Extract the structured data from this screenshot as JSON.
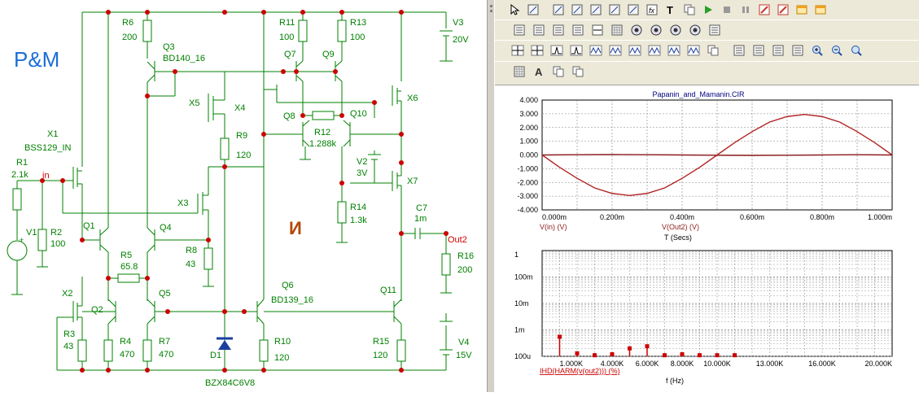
{
  "schematic": {
    "logo": "P&M",
    "watermark": "И",
    "labels": [
      {
        "id": "r6",
        "text": "R6"
      },
      {
        "id": "r6v",
        "text": "200"
      },
      {
        "id": "q3",
        "text": "Q3"
      },
      {
        "id": "q3v",
        "text": "BD140_16"
      },
      {
        "id": "r11",
        "text": "R11"
      },
      {
        "id": "r11v",
        "text": "100"
      },
      {
        "id": "r13",
        "text": "R13"
      },
      {
        "id": "r13v",
        "text": "100"
      },
      {
        "id": "q7",
        "text": "Q7"
      },
      {
        "id": "q9",
        "text": "Q9"
      },
      {
        "id": "x5",
        "text": "X5"
      },
      {
        "id": "x4",
        "text": "X4"
      },
      {
        "id": "x6",
        "text": "X6"
      },
      {
        "id": "q8",
        "text": "Q8"
      },
      {
        "id": "q10",
        "text": "Q10"
      },
      {
        "id": "r12",
        "text": "R12"
      },
      {
        "id": "r12v",
        "text": "1.288k"
      },
      {
        "id": "r9",
        "text": "R9"
      },
      {
        "id": "r9v",
        "text": "120"
      },
      {
        "id": "v2",
        "text": "V2"
      },
      {
        "id": "v2v",
        "text": "3V"
      },
      {
        "id": "x7",
        "text": "X7"
      },
      {
        "id": "x1",
        "text": "X1"
      },
      {
        "id": "x1v",
        "text": "BSS129_IN"
      },
      {
        "id": "r1",
        "text": "R1"
      },
      {
        "id": "r1v",
        "text": "2.1k"
      },
      {
        "id": "in",
        "text": "in"
      },
      {
        "id": "x3",
        "text": "X3"
      },
      {
        "id": "r14",
        "text": "R14"
      },
      {
        "id": "r14v",
        "text": "1.3k"
      },
      {
        "id": "c7",
        "text": "C7"
      },
      {
        "id": "c7v",
        "text": "1m"
      },
      {
        "id": "out2",
        "text": "Out2"
      },
      {
        "id": "v1",
        "text": "V1"
      },
      {
        "id": "r2",
        "text": "R2"
      },
      {
        "id": "r2v",
        "text": "100"
      },
      {
        "id": "q1",
        "text": "Q1"
      },
      {
        "id": "q4",
        "text": "Q4"
      },
      {
        "id": "r5",
        "text": "R5"
      },
      {
        "id": "r5v",
        "text": "65.8"
      },
      {
        "id": "r8",
        "text": "R8"
      },
      {
        "id": "r8v",
        "text": "43"
      },
      {
        "id": "r16",
        "text": "R16"
      },
      {
        "id": "r16v",
        "text": "200"
      },
      {
        "id": "q2",
        "text": "Q2"
      },
      {
        "id": "q5",
        "text": "Q5"
      },
      {
        "id": "q6",
        "text": "Q6"
      },
      {
        "id": "q6v",
        "text": "BD139_16"
      },
      {
        "id": "q11",
        "text": "Q11"
      },
      {
        "id": "x2",
        "text": "X2"
      },
      {
        "id": "r3",
        "text": "R3"
      },
      {
        "id": "r3v",
        "text": "43"
      },
      {
        "id": "r4",
        "text": "R4"
      },
      {
        "id": "r4v",
        "text": "470"
      },
      {
        "id": "r7",
        "text": "R7"
      },
      {
        "id": "r7v",
        "text": "470"
      },
      {
        "id": "d1",
        "text": "D1"
      },
      {
        "id": "d1v",
        "text": "BZX84C6V8"
      },
      {
        "id": "r10",
        "text": "R10"
      },
      {
        "id": "r10v",
        "text": "120"
      },
      {
        "id": "r15",
        "text": "R15"
      },
      {
        "id": "r15v",
        "text": "120"
      },
      {
        "id": "v3",
        "text": "V3"
      },
      {
        "id": "v3v",
        "text": "20V"
      },
      {
        "id": "v4",
        "text": "V4"
      },
      {
        "id": "v4v",
        "text": "15V"
      }
    ]
  },
  "toolbar": {
    "row1_icons": [
      "pointer-icon",
      "select-dropdown-icon",
      "layout-icon",
      "wire-icon",
      "rotate-icon",
      "mirror-icon",
      "flip-icon",
      "function-icon",
      "text-tool-icon",
      "paste-icon",
      "run-icon",
      "stop-icon",
      "pause-icon",
      "zoom-fit-icon",
      "zoom-select-icon",
      "window-icon",
      "window2-icon"
    ],
    "row2_icons": [
      "doc-icon",
      "doc2-icon",
      "doc3-icon",
      "doc4-icon",
      "hline-icon",
      "grid-icon",
      "probe1-icon",
      "probe2-icon",
      "probe3-icon",
      "probe4-icon",
      "edit-icon"
    ],
    "row3_icons": [
      "cursor-a-icon",
      "cursor-b-icon",
      "peak-icon",
      "rise-icon",
      "wave-a-icon",
      "wave-b-icon",
      "wave-c-icon",
      "wave-d-icon",
      "wave-e-icon",
      "wave-f-icon",
      "copy-dropdown-icon",
      "list-icon",
      "table-icon",
      "measure-icon",
      "measure2-icon",
      "zoom-in-icon",
      "zoom-out-icon",
      "zoom-reset-icon"
    ],
    "row4_icons": [
      "grid-menu-icon",
      "font-icon",
      "copy-icon",
      "paste2-icon"
    ]
  },
  "colors": {
    "schem_text": "#008000",
    "wire": "#008000",
    "junction": "#cc0000",
    "logo": "#1a6fd6",
    "trace": "#8b1a1a",
    "grid": "#808080",
    "title": "#000080",
    "legend_red": "#8b1a1a"
  },
  "chart_data": [
    {
      "type": "line",
      "title": "Papanin_and_Mamanin.CIR",
      "xlabel": "T (Secs)",
      "ylim": [
        -4.0,
        4.0
      ],
      "xlim": [
        0,
        1.0
      ],
      "ytick_labels": [
        "4.000",
        "3.000",
        "2.000",
        "1.000",
        "0.000",
        "-1.000",
        "-2.000",
        "-3.000",
        "-4.000"
      ],
      "xtick_labels": [
        "0.000m",
        "0.200m",
        "0.400m",
        "0.600m",
        "0.800m",
        "1.000m"
      ],
      "grid": true,
      "series": [
        {
          "name": "V(in) (V)",
          "color": "#8b1a1a",
          "x": [
            0,
            0.1,
            0.2,
            0.3,
            0.4,
            0.5,
            0.6,
            0.7,
            0.8,
            0.9,
            1.0
          ],
          "values": [
            0,
            0.02,
            0.03,
            0.02,
            0,
            -0.02,
            -0.03,
            -0.02,
            0,
            0.02,
            0
          ]
        },
        {
          "name": "V(Out2) (V)",
          "color": "#b22222",
          "x": [
            0,
            0.05,
            0.1,
            0.15,
            0.2,
            0.25,
            0.3,
            0.35,
            0.4,
            0.45,
            0.5,
            0.55,
            0.6,
            0.65,
            0.7,
            0.75,
            0.8,
            0.85,
            0.9,
            0.95,
            1.0
          ],
          "values": [
            0,
            -0.9,
            -1.7,
            -2.4,
            -2.8,
            -2.95,
            -2.8,
            -2.4,
            -1.7,
            -0.9,
            0,
            0.9,
            1.7,
            2.4,
            2.8,
            2.95,
            2.8,
            2.4,
            1.7,
            0.9,
            0
          ]
        }
      ]
    },
    {
      "type": "bar",
      "xlabel": "f (Hz)",
      "scale": "log",
      "ytick_labels": [
        "1",
        "100m",
        "10m",
        "1m",
        "100u"
      ],
      "xtick_labels": [
        "1.000K",
        "4.000K",
        "6.000K",
        "8.000K",
        "10.000K",
        "13.000K",
        "16.000K",
        "20.000K"
      ],
      "grid": true,
      "series": [
        {
          "name": "IHD(HARM(v(out2))) (%)",
          "color": "#cc0000",
          "x": [
            1000,
            2000,
            3000,
            4000,
            5000,
            6000,
            7000,
            8000,
            9000,
            10000,
            11000
          ],
          "values": [
            0.00055,
            0.00013,
            0.00011,
            0.00012,
            0.0002,
            0.00024,
            0.00011,
            0.00012,
            0.00011,
            0.00011,
            0.00011
          ]
        }
      ]
    }
  ]
}
